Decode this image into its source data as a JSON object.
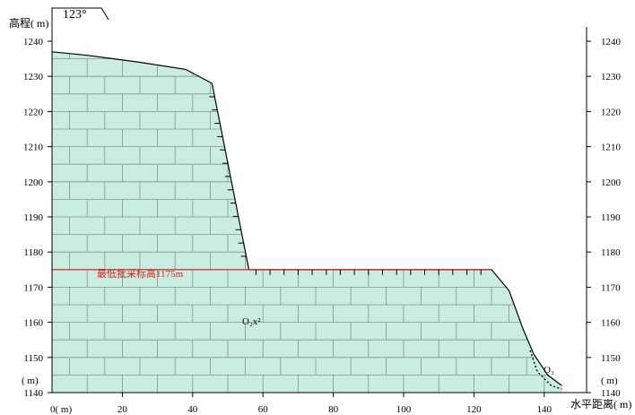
{
  "header": {
    "bearing": "123°"
  },
  "axes": {
    "y_title_left": "高程( m)",
    "x_title": "水平距离( m)",
    "x_origin_label": "0( m)",
    "left_unit_label": "( m)",
    "right_unit_label": "( m)",
    "y_ticks": [
      "1240",
      "1230",
      "1220",
      "1210",
      "1200",
      "1190",
      "1180",
      "1170",
      "1160",
      "1150",
      "1140"
    ],
    "x_ticks": [
      "20",
      "40",
      "60",
      "80",
      "100",
      "120",
      "140"
    ]
  },
  "annotations": {
    "mining_limit": "最低批采标高1175m",
    "formation_main": "O₂x²",
    "formation_small": "O₃"
  },
  "chart_data": {
    "type": "cross-section",
    "x_unit": "m",
    "y_unit": "m",
    "xlim": [
      0,
      145
    ],
    "ylim": [
      1140,
      1244
    ],
    "profile": [
      {
        "x": 0,
        "y": 1237
      },
      {
        "x": 10,
        "y": 1236
      },
      {
        "x": 25,
        "y": 1234
      },
      {
        "x": 38,
        "y": 1232
      },
      {
        "x": 45.5,
        "y": 1228
      },
      {
        "x": 56,
        "y": 1175
      },
      {
        "x": 125,
        "y": 1175
      },
      {
        "x": 130,
        "y": 1169
      },
      {
        "x": 134,
        "y": 1158
      },
      {
        "x": 137,
        "y": 1151
      },
      {
        "x": 141,
        "y": 1145
      },
      {
        "x": 145,
        "y": 1142
      }
    ],
    "bench_elevation": 1175,
    "o3_boundary": [
      {
        "x": 136,
        "y": 1152
      },
      {
        "x": 138,
        "y": 1146
      },
      {
        "x": 142,
        "y": 1142
      },
      {
        "x": 145,
        "y": 1141
      }
    ],
    "colors": {
      "rock_fill": "#c9ede0",
      "brick_line": "#8f8f8f",
      "outline": "#000000",
      "bench_line": "#d62020"
    }
  }
}
